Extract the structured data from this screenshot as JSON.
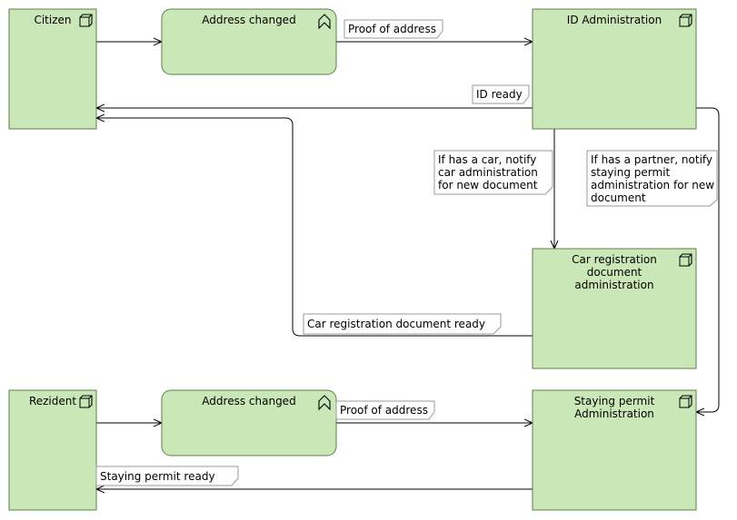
{
  "nodes": {
    "citizen": "Citizen",
    "address_changed_1": "Address changed",
    "id_admin": "ID Administration",
    "car_reg": [
      "Car registration",
      "document",
      "administration"
    ],
    "rezident": "Rezident",
    "address_changed_2": "Address changed",
    "staying_permit": [
      "Staying permit",
      "Administration"
    ]
  },
  "labels": {
    "proof_of_address_1": "Proof of address",
    "id_ready": "ID ready",
    "car_notify": [
      "If has a car, notify",
      "car administration",
      "for new document"
    ],
    "partner_notify": [
      "If has a partner, notify",
      "staying permit",
      "administration for new",
      "document"
    ],
    "car_doc_ready": "Car registration document ready",
    "proof_of_address_2": "Proof of address",
    "staying_permit_ready": "Staying permit ready"
  },
  "colors": {
    "node_fill": "#c9e7b7",
    "node_border": "#5c7f4a"
  },
  "icons": {
    "node_box": "node-box-icon",
    "event": "event-chevron-icon"
  }
}
